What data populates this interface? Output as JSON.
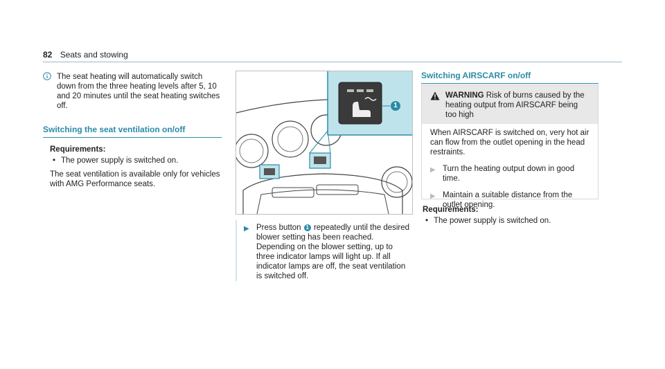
{
  "header": {
    "page": "82",
    "section": "Seats and stowing"
  },
  "col1": {
    "note": "The seat heating will automatically switch down from the three heating levels after 5, 10 and 20 minutes until the seat heating switches off.",
    "heading": "Switching the seat ventilation on/off",
    "req_label": "Requirements:",
    "req_item": "The power supply is switched on.",
    "para": "The seat ventilation is available only for vehicles with AMG Performance seats."
  },
  "col2": {
    "callout": "1",
    "step_pre": "Press button ",
    "step_post": " repeatedly until the desired blower setting has been reached.",
    "step_detail": "Depending on the blower setting, up to three indicator lamps will light up. If all indicator lamps are off, the seat ventilation is switched off."
  },
  "col3": {
    "heading": "Switching AIRSCARF on/off",
    "warning_label": "WARNING",
    "warning_title": " Risk of burns caused by the heating output from AIRSCARF being too high",
    "warning_text": "When AIRSCARF is switched on, very hot air can flow from the outlet opening in the head restraints.",
    "step1": "Turn the heating output down in good time.",
    "step2": "Maintain a suitable distance from the outlet opening.",
    "req_label": "Requirements:",
    "req_item": "The power supply is switched on."
  },
  "colors": {
    "accent": "#2b8aa6",
    "figure_highlight": "#bfe3ea"
  }
}
